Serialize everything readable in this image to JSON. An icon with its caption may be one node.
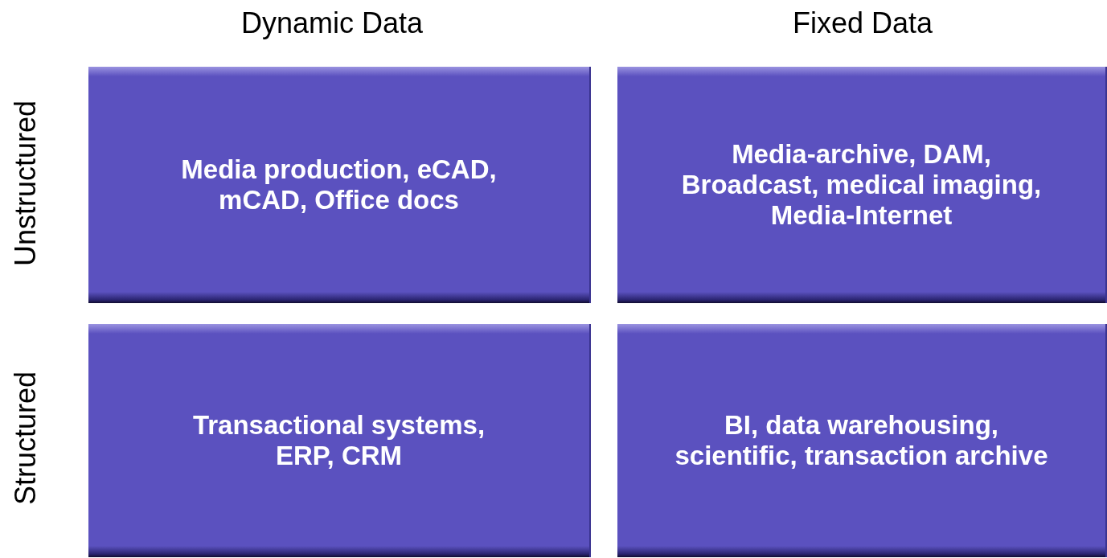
{
  "diagram": {
    "nodes": [
      {
        "text": [
          "Media production, eCAD, mCAD, Office docs"
        ]
      },
      {
        "text": [
          "Media-archive, DAM, Broadcast, medical imaging, Media-Internet"
        ]
      },
      {
        "text": [
          "Transactional systems, ERP, CRM"
        ]
      },
      {
        "text": [
          "BI, data warehousing, scientific, transaction archive"
        ]
      }
    ],
    "labels": [
      "Dynamic Data",
      "Fixed Data",
      "Unstructured",
      "Structured"
    ]
  }
}
